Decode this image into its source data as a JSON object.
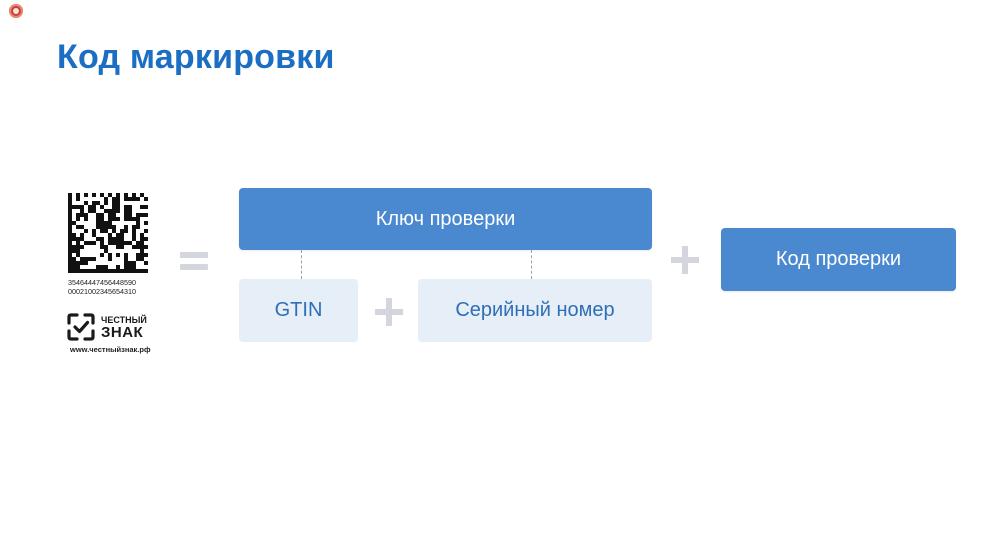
{
  "slide": {
    "title": "Код маркировки"
  },
  "label": {
    "code_line_1": "35464447456448590",
    "code_line_2": "00021002345654310",
    "brand_line_1": "ЧЕСТНЫЙ",
    "brand_line_2": "ЗНАК",
    "website": "www.честныйзнак.рф"
  },
  "diagram": {
    "key_label": "Ключ проверки",
    "gtin_label": "GTIN",
    "serial_label": "Серийный номер",
    "check_label": "Код проверки"
  },
  "colors": {
    "title": "#1b6ec2",
    "dark_box": "#4a89d0",
    "light_box": "#e6eef8",
    "light_box_text": "#2f6fb5",
    "operator": "#d3d6dc"
  },
  "icons": {
    "recording": "record-indicator-icon",
    "matrix_code": "datamatrix-code-icon",
    "brand_logo": "chestny-znak-logo-icon",
    "equals": "equals-sign-icon",
    "plus": "plus-sign-icon"
  }
}
